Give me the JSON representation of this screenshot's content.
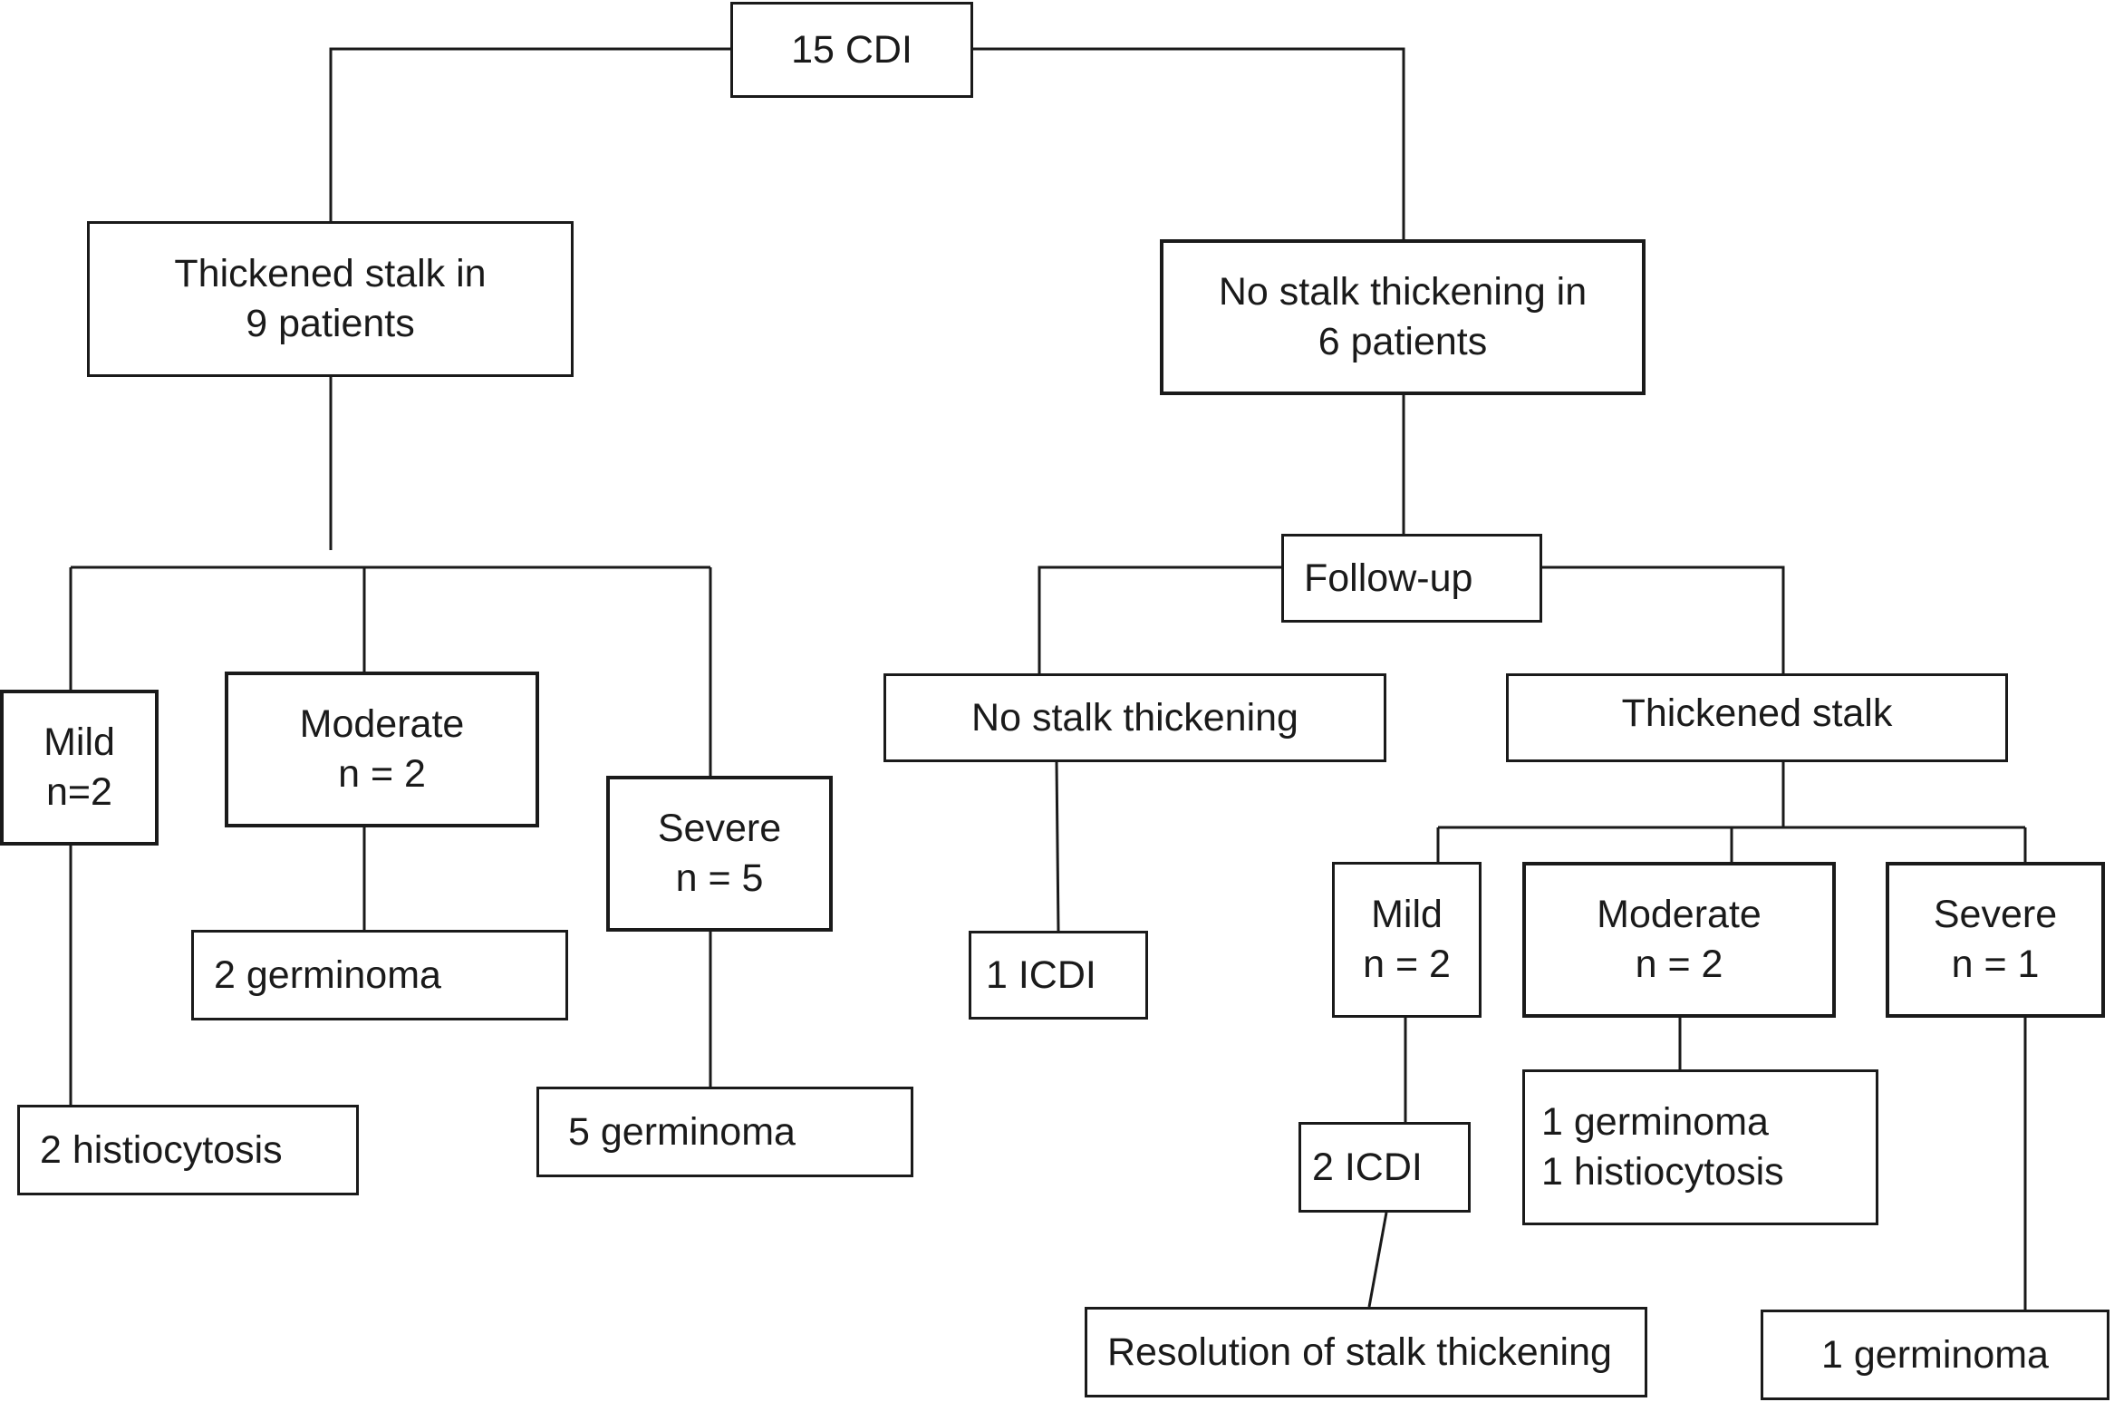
{
  "flowchart": {
    "root": "15 CDI",
    "left_branch": {
      "title_line1": "Thickened stalk in",
      "title_line2": "9 patients",
      "mild": {
        "line1": "Mild",
        "line2": "n=2",
        "outcome": "2 histiocytosis"
      },
      "moderate": {
        "line1": "Moderate",
        "line2": "n = 2",
        "outcome": "2 germinoma"
      },
      "severe": {
        "line1": "Severe",
        "line2": "n = 5",
        "outcome": "5 germinoma"
      }
    },
    "right_branch": {
      "title_line1": "No stalk thickening in",
      "title_line2": "6 patients",
      "follow_up": "Follow-up",
      "no_thickening": {
        "label": "No stalk thickening",
        "outcome": "1 ICDI"
      },
      "thickened": {
        "label": "Thickened stalk",
        "mild": {
          "line1": "Mild",
          "line2": "n = 2",
          "outcome": "2 ICDI",
          "resolution": "Resolution of stalk thickening"
        },
        "moderate": {
          "line1": "Moderate",
          "line2": "n = 2",
          "outcome_line1": "1 germinoma",
          "outcome_line2": "1 histiocytosis"
        },
        "severe": {
          "line1": "Severe",
          "line2": "n = 1",
          "outcome": "1 germinoma"
        }
      }
    }
  }
}
